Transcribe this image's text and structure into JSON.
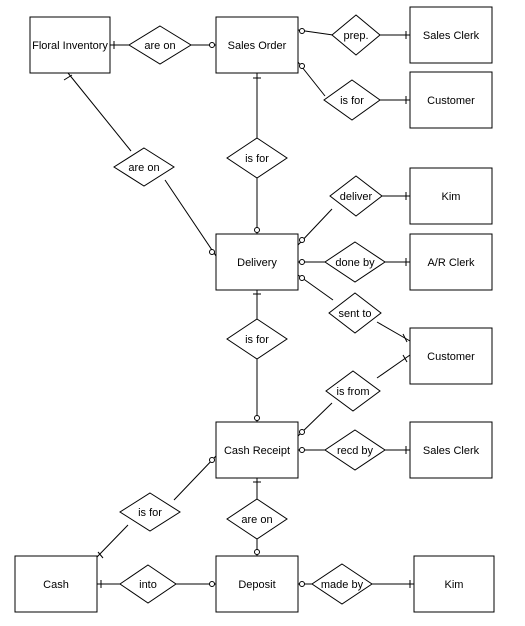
{
  "entities": {
    "floral_inventory": "Floral Inventory",
    "sales_order": "Sales Order",
    "sales_clerk_1": "Sales Clerk",
    "customer_1": "Customer",
    "kim_1": "Kim",
    "delivery": "Delivery",
    "ar_clerk": "A/R Clerk",
    "customer_2": "Customer",
    "cash_receipt": "Cash Receipt",
    "sales_clerk_2": "Sales Clerk",
    "cash": "Cash",
    "deposit": "Deposit",
    "kim_2": "Kim"
  },
  "relationships": {
    "are_on_1": "are on",
    "prep": "prep.",
    "is_for_1": "is for",
    "are_on_2": "are on",
    "is_for_2": "is for",
    "deliver": "deliver",
    "done_by": "done by",
    "sent_to": "sent to",
    "is_for_3": "is for",
    "is_from": "is from",
    "recd_by": "recd by",
    "is_for_4": "is for",
    "are_on_3": "are on",
    "into": "into",
    "made_by": "made by"
  }
}
